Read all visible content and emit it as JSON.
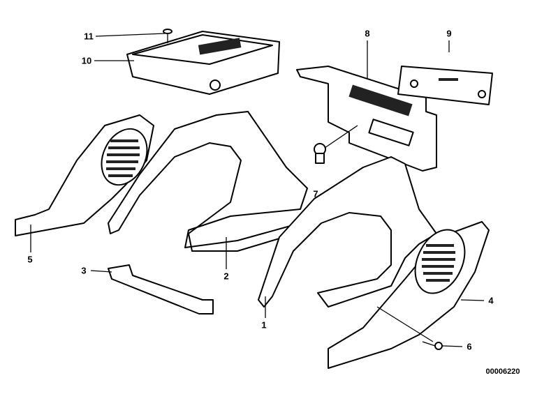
{
  "labels": {
    "p1": "1",
    "p2": "2",
    "p3": "3",
    "p4": "4",
    "p5": "5",
    "p6": "6",
    "p7": "7",
    "p8": "8",
    "p9": "9",
    "p10": "10",
    "p11": "11"
  },
  "diagram_code": "00006220"
}
